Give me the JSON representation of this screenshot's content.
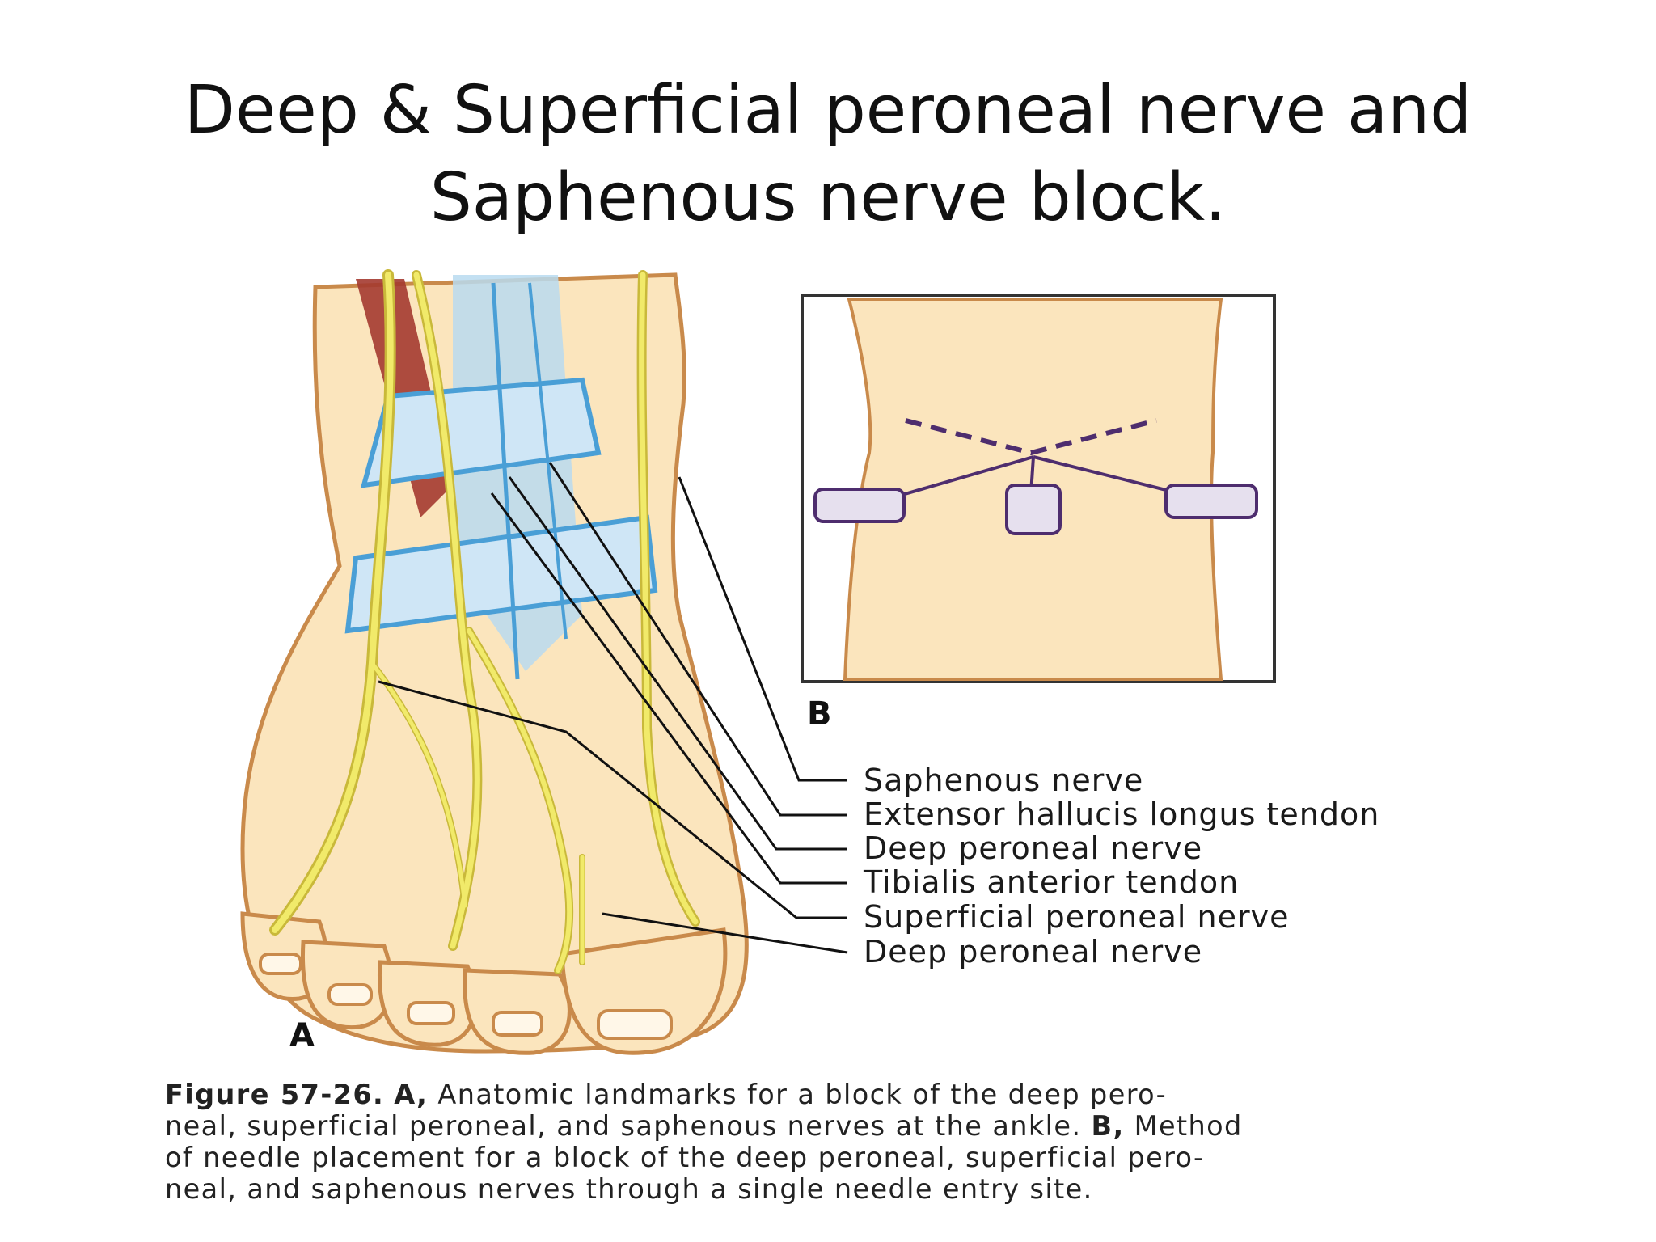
{
  "title": {
    "line1": "Deep & Superficial peroneal nerve and",
    "line2": "Saphenous nerve block."
  },
  "figure": {
    "panel_a_letter": "A",
    "panel_b_letter": "B",
    "labels": [
      "Saphenous nerve",
      "Extensor hallucis longus tendon",
      "Deep peroneal nerve",
      "Tibialis anterior tendon",
      "Superficial peroneal nerve",
      "Deep peroneal nerve"
    ],
    "colors": {
      "skin": "#fbe5bd",
      "skin_outline": "#c98a4b",
      "nerve": "#f1ea6a",
      "nerve_outline": "#c9b93a",
      "tendon": "#b8daf0",
      "tendon_dark": "#4a9fd6",
      "muscle": "#a43a30",
      "needle": "#7a3f8a"
    }
  },
  "caption": {
    "fig_number": "Figure 57-26.",
    "a_marker": "A,",
    "line1_text": "Anatomic landmarks for a block of the deep pero-",
    "line2_pre": "neal, superficial peroneal, and saphenous nerves at the ankle.",
    "b_marker": "B,",
    "line2_post": "Method",
    "line3": "of needle placement for a block of the deep peroneal, superficial pero-",
    "line4": "neal, and saphenous nerves through a single needle entry site."
  }
}
